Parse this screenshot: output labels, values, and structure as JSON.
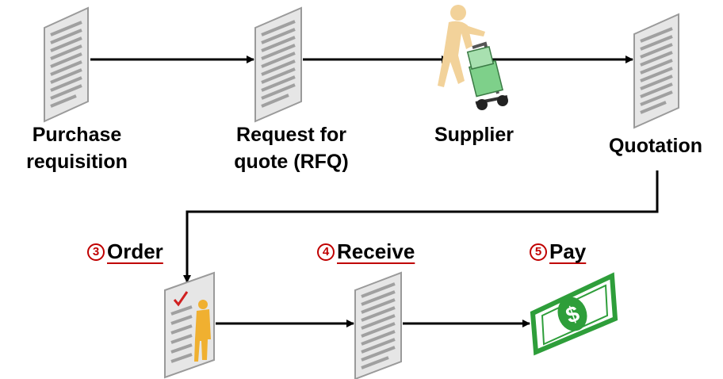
{
  "nodes": {
    "purchase_requisition": {
      "line1": "Purchase",
      "line2": "requisition"
    },
    "rfq": {
      "line1": "Request for",
      "line2": "quote (RFQ)"
    },
    "supplier": {
      "label": "Supplier"
    },
    "quotation": {
      "label": "Quotation"
    }
  },
  "steps": {
    "order": {
      "number": "3",
      "label": "Order"
    },
    "receive": {
      "number": "4",
      "label": "Receive"
    },
    "pay": {
      "number": "5",
      "label": "Pay"
    }
  },
  "colors": {
    "document_fill": "#e6e6e6",
    "document_lines": "#a0a0a0",
    "arrow": "#000000",
    "step_number": "#c00000",
    "money": "#2e9e3a",
    "person": "#f0b030",
    "supplier_figure": "#f2d29a",
    "cart_box": "#7ed08a"
  },
  "icons": {
    "purchase_requisition": "document-icon",
    "rfq": "document-icon",
    "supplier": "supplier-cart-icon",
    "quotation": "document-icon",
    "order": "order-document-icon",
    "receive": "document-icon",
    "pay": "dollar-bill-icon"
  }
}
